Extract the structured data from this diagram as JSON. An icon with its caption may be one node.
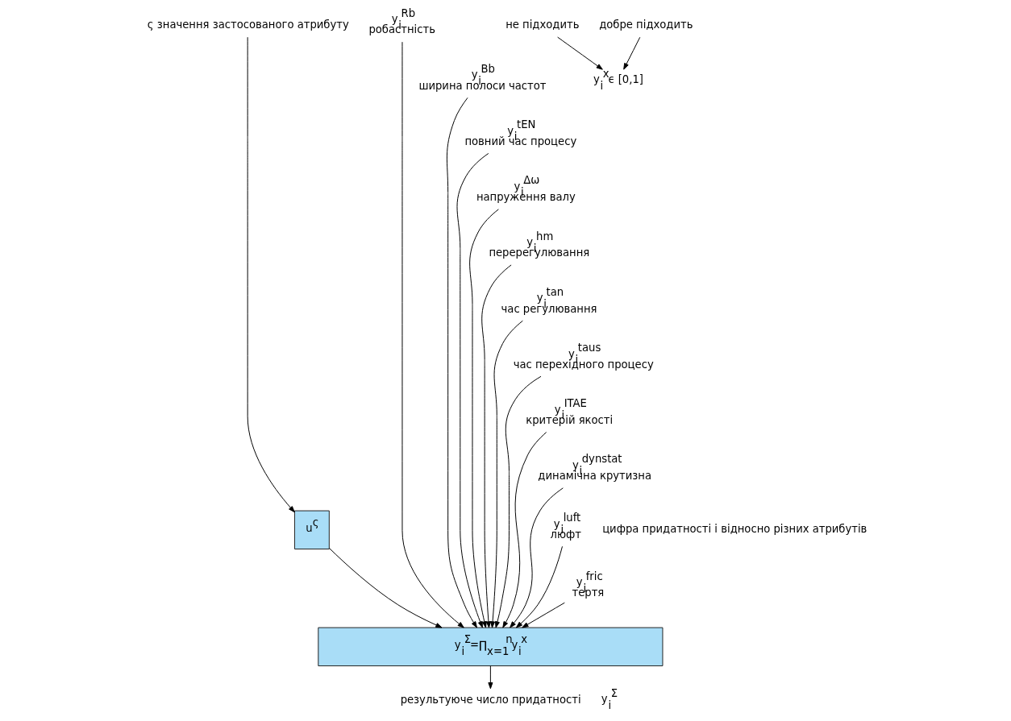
{
  "diagram": {
    "nodes": [
      {
        "text": [
          "ς значення застосованого атрибуту"
        ]
      },
      {
        "text": [
          "u$^{ς}$"
        ]
      },
      {
        "text": [
          "y$_{i}$$^{Rb}$",
          "робастність"
        ]
      },
      {
        "text": [
          "y$_{i}$$^{Bb}$",
          "ширина полоси частот"
        ]
      },
      {
        "text": [
          "y$_{i}$$^{tEN}$",
          "повний час процесу"
        ]
      },
      {
        "text": [
          "y$_{i}$$^{Δω}$",
          "напруження валу"
        ]
      },
      {
        "text": [
          "y$_{i}$$^{hm}$",
          "перерегулювання"
        ]
      },
      {
        "text": [
          "y$_{i}$$^{tan}$",
          "час регулювання"
        ]
      },
      {
        "text": [
          "y$_{i}$$^{taus}$",
          "час перехідного процесу"
        ]
      },
      {
        "text": [
          "y$_{i}$$^{ITAE}$",
          "критерій якості"
        ]
      },
      {
        "text": [
          "y$_{i}$$^{dynstat}$",
          "динамічна крутизна"
        ]
      },
      {
        "text": [
          "y$_{i}$$^{luft}$",
          "люфт"
        ]
      },
      {
        "text": [
          "y$_{i}$$^{fric}$",
          "тертя"
        ]
      },
      {
        "text": [
          "y$_{i}$$^{Σ}$=∏$_{x=1}$$^{n}$y$_{i}$$^{x}$"
        ]
      },
      {
        "text": [
          "результуюче число придатності"
        ],
        "beside": [
          "y$_{i}$$^{Σ}$"
        ]
      },
      {
        "text": [
          "y$_{i}$$^{x}$ϵ [0,1]"
        ]
      },
      {
        "text": [
          "не підходить"
        ]
      },
      {
        "text": [
          "добре підходить"
        ]
      }
    ],
    "edges": [
      {
        "from": 0,
        "to": 1,
        "arrow": "to"
      },
      {
        "from": 1,
        "to": 13,
        "arrow": "to"
      },
      {
        "from": 2,
        "to": 13,
        "arrow": "to"
      },
      {
        "from": 3,
        "to": 13,
        "arrow": "to"
      },
      {
        "from": 4,
        "to": 13,
        "arrow": "to"
      },
      {
        "from": 5,
        "to": 13,
        "arrow": "to"
      },
      {
        "from": 6,
        "to": 13,
        "arrow": "to"
      },
      {
        "from": 7,
        "to": 13,
        "arrow": "to"
      },
      {
        "from": 8,
        "to": 13,
        "arrow": "to"
      },
      {
        "from": 9,
        "to": 13,
        "arrow": "to"
      },
      {
        "from": 10,
        "to": 13,
        "arrow": "to"
      },
      {
        "from": 11,
        "to": 13,
        "arrow": "to"
      },
      {
        "from": 12,
        "to": 13,
        "arrow": "to"
      },
      {
        "from": 13,
        "to": 14,
        "arrow": "to"
      },
      {
        "from": 16,
        "to": 15,
        "arrow": "to"
      },
      {
        "from": 17,
        "to": 15,
        "arrow": "to"
      }
    ],
    "labels": [
      "цифра придатності i відносно різних атрибутів"
    ]
  }
}
